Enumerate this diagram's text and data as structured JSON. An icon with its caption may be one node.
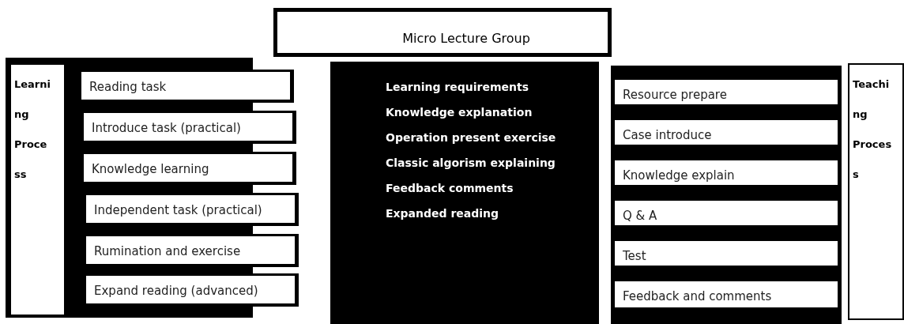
{
  "diagram": {
    "nodes": [
      {
        "text": [],
        "shape": "box"
      },
      {
        "text": [
          "Learni ng Proce ss"
        ],
        "in": 0
      },
      {
        "text": [
          "Reading task"
        ]
      },
      {
        "text": [
          "Introduce task (practical)"
        ]
      },
      {
        "text": [
          "Knowledge learning"
        ]
      },
      {
        "text": [
          "Independent task (practical)"
        ]
      },
      {
        "text": [
          "Rumination and exercise"
        ]
      },
      {
        "text": [
          "Expand reading (advanced)"
        ]
      },
      {
        "text": [
          "Micro Lecture Group"
        ]
      },
      {
        "text": [
          "Learning requirements",
          "Knowledge explanation",
          "Operation present exercise",
          "Classic algorism explaining",
          "Feedback comments",
          "Expanded reading"
        ]
      },
      {
        "text": [],
        "shape": "box"
      },
      {
        "text": [
          "Resource prepare"
        ],
        "in": 10
      },
      {
        "text": [
          "Case introduce"
        ],
        "in": 10
      },
      {
        "text": [
          "Knowledge explain"
        ],
        "in": 10
      },
      {
        "text": [
          "Q & A"
        ],
        "in": 10
      },
      {
        "text": [
          "Test"
        ],
        "in": 10
      },
      {
        "text": [
          "Feedback and comments"
        ],
        "in": 10
      },
      {
        "text": [
          "Teachi ng Proces s"
        ]
      }
    ]
  }
}
